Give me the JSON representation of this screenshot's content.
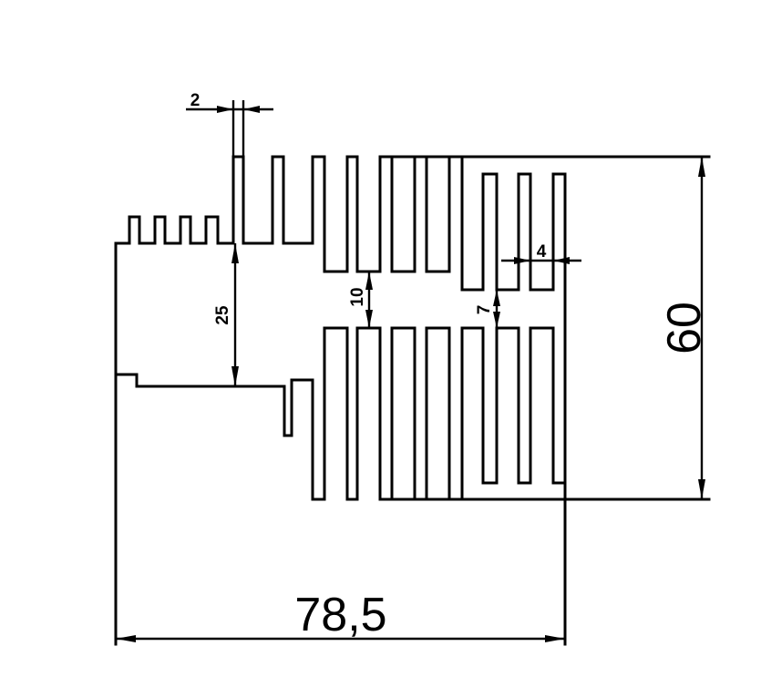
{
  "dimensions": {
    "total_width": "78,5",
    "total_height": "60",
    "fin_thickness": "2",
    "base_height": "25",
    "center_gap": "10",
    "fin_gap": "4",
    "inner_gap": "7"
  }
}
